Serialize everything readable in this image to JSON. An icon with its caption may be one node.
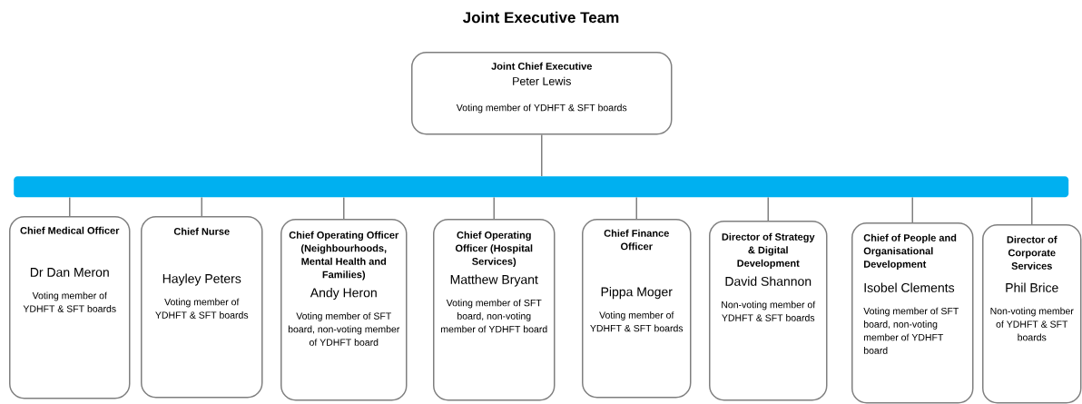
{
  "diagram": {
    "title": "Joint Executive Team",
    "nodes": [
      {
        "text": [
          "Joint Chief Executive",
          "Peter Lewis",
          "Voting member of YDHFT & SFT boards"
        ]
      },
      {
        "text": [],
        "shape": "bar"
      },
      {
        "text": [
          "Chief Medical Officer",
          "Dr Dan Meron",
          "Voting member of YDHFT & SFT boards"
        ]
      },
      {
        "text": [
          "Chief Nurse",
          "Hayley Peters",
          "Voting member of YDHFT & SFT boards"
        ]
      },
      {
        "text": [
          "Chief Operating Officer (Neighbourhoods, Mental Health and Families)",
          "Andy Heron",
          "Voting member of SFT board, non-voting member of YDHFT board"
        ]
      },
      {
        "text": [
          "Chief Operating Officer (Hospital Services)",
          "Matthew Bryant",
          "Voting member of SFT board, non-voting member of YDHFT board"
        ]
      },
      {
        "text": [
          "Chief Finance Officer",
          "Pippa Moger",
          "Voting member of YDHFT & SFT boards"
        ]
      },
      {
        "text": [
          "Director of Strategy & Digital Development",
          "David Shannon",
          "Non-voting member of YDHFT & SFT boards"
        ]
      },
      {
        "text": [
          "Chief of People and Organisational Development",
          "Isobel Clements",
          "Voting member of SFT board, non-voting member of YDHFT board"
        ]
      },
      {
        "text": [
          "Director of Corporate Services",
          "Phil Brice",
          "Non-voting member of YDHFT & SFT boards"
        ]
      }
    ],
    "edges": [
      {
        "from": 0,
        "to": 1,
        "arrow": "none"
      },
      {
        "from": 1,
        "to": 2,
        "arrow": "none"
      },
      {
        "from": 1,
        "to": 3,
        "arrow": "none"
      },
      {
        "from": 1,
        "to": 4,
        "arrow": "none"
      },
      {
        "from": 1,
        "to": 5,
        "arrow": "none"
      },
      {
        "from": 1,
        "to": 6,
        "arrow": "none"
      },
      {
        "from": 1,
        "to": 7,
        "arrow": "none"
      },
      {
        "from": 1,
        "to": 8,
        "arrow": "none"
      },
      {
        "from": 1,
        "to": 9,
        "arrow": "none"
      }
    ]
  }
}
